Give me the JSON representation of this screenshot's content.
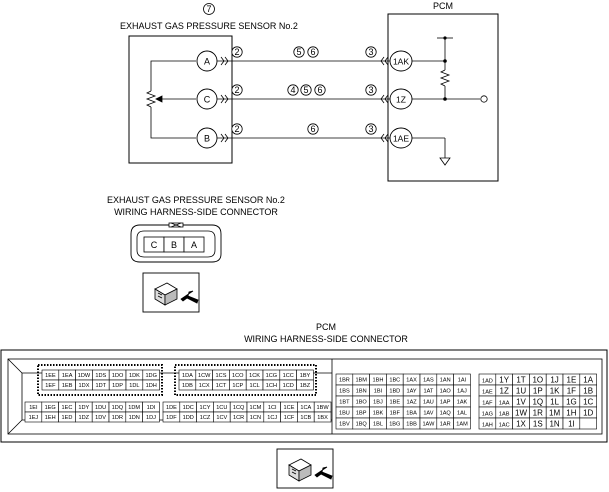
{
  "sensor": {
    "title": "EXHAUST GAS PRESSURE SENSOR No.2",
    "circle_num": "7",
    "pins": [
      {
        "id": "A",
        "left_num": "2",
        "mid": [
          "5",
          "6"
        ],
        "right_num": "3",
        "pcm_pin": "1AK"
      },
      {
        "id": "C",
        "left_num": "2",
        "mid": [
          "4",
          "5",
          "6"
        ],
        "right_num": "3",
        "pcm_pin": "1Z"
      },
      {
        "id": "B",
        "left_num": "2",
        "mid": [
          "6"
        ],
        "right_num": "3",
        "pcm_pin": "1AE"
      }
    ]
  },
  "pcm": {
    "title": "PCM"
  },
  "sensor_connector": {
    "title_line1": "EXHAUST GAS PRESSURE SENSOR No.2",
    "title_line2": "WIRING HARNESS-SIDE CONNECTOR",
    "cells": [
      "C",
      "B",
      "A"
    ]
  },
  "pcm_connector": {
    "title_line1": "PCM",
    "title_line2": "WIRING HARNESS-SIDE CONNECTOR",
    "group1_top": [
      [
        "1EE",
        "1EA",
        "1DW",
        "1DS",
        "1DO",
        "1DK",
        "1DG"
      ],
      [
        "1EF",
        "1EB",
        "1DX",
        "1DT",
        "1DP",
        "1DL",
        "1DH"
      ]
    ],
    "group1_bottom": [
      [
        "1EI",
        "1EG",
        "1EC",
        "1DY",
        "1DU",
        "1DQ",
        "1DM",
        "1DI"
      ],
      [
        "1EJ",
        "1EH",
        "1ED",
        "1DZ",
        "1DV",
        "1DR",
        "1DN",
        "1DJ"
      ]
    ],
    "group2_top": [
      [
        "1DA",
        "1CW",
        "1CS",
        "1CO",
        "1CK",
        "1CG",
        "1CC",
        "1BY"
      ],
      [
        "1DB",
        "1CX",
        "1CT",
        "1CP",
        "1CL",
        "1CH",
        "1CD",
        "1BZ"
      ]
    ],
    "group2_bottom": [
      [
        "1DE",
        "1DC",
        "1CY",
        "1CU",
        "1CQ",
        "1CM",
        "1CI",
        "1CE",
        "1CA",
        "1BW"
      ],
      [
        "1DF",
        "1DD",
        "1CZ",
        "1CV",
        "1CR",
        "1CN",
        "1CJ",
        "1CF",
        "1CB",
        "1BX"
      ]
    ],
    "group3": [
      [
        "1BR",
        "1BM",
        "1BH",
        "1BC",
        "1AX",
        "1AS",
        "1AN",
        "1AI"
      ],
      [
        "1BS",
        "1BN",
        "1BI",
        "1BD",
        "1AY",
        "1AT",
        "1AO",
        "1AJ"
      ],
      [
        "1BT",
        "1BO",
        "1BJ",
        "1BE",
        "1AZ",
        "1AU",
        "1AP",
        "1AK"
      ],
      [
        "1BU",
        "1BP",
        "1BK",
        "1BF",
        "1BA",
        "1AV",
        "1AQ",
        "1AL"
      ],
      [
        "1BV",
        "1BQ",
        "1BL",
        "1BG",
        "1BB",
        "1AW",
        "1AR",
        "1AM"
      ]
    ],
    "group4": [
      [
        "1AD",
        "1Y",
        "1T",
        "1O",
        "1J",
        "1E",
        "1A"
      ],
      [
        "1AE",
        "1Z",
        "1U",
        "1P",
        "1K",
        "1F",
        "1B"
      ],
      [
        "1AF",
        "1AA",
        "1V",
        "1Q",
        "1L",
        "1G",
        "1C"
      ],
      [
        "1AG",
        "1AB",
        "1W",
        "1R",
        "1M",
        "1H",
        "1D"
      ],
      [
        "1AH",
        "1AC",
        "1X",
        "1S",
        "1N",
        "1I",
        ""
      ]
    ]
  }
}
